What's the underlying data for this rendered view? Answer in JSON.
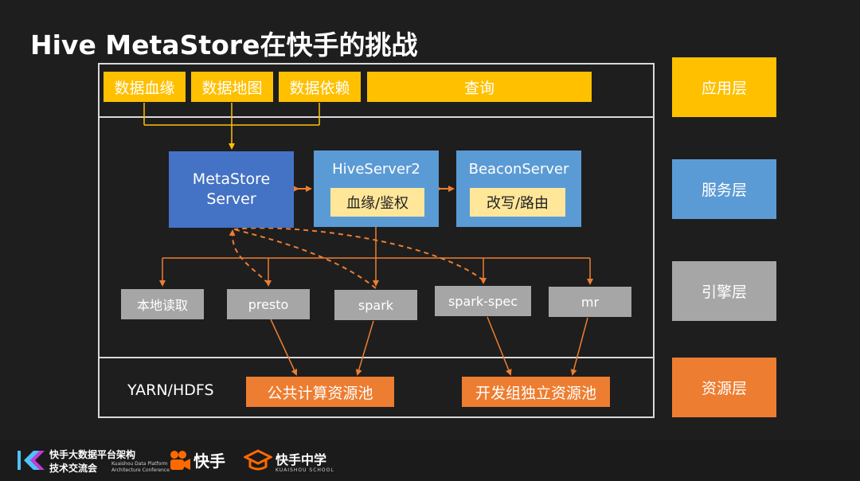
{
  "title": "Hive MetaStore在快手的挑战",
  "app_layer": {
    "items": [
      "数据血缘",
      "数据地图",
      "数据依赖",
      "查询"
    ]
  },
  "service_layer": {
    "metastore": "MetaStore Server",
    "hiveserver2": {
      "title": "HiveServer2",
      "inner": "血缘/鉴权"
    },
    "beacon": {
      "title": "BeaconServer",
      "inner": "改写/路由"
    }
  },
  "engine_layer": {
    "items": [
      "本地读取",
      "presto",
      "spark",
      "spark-spec",
      "mr"
    ]
  },
  "resource_layer": {
    "label": "YARN/HDFS",
    "pools": [
      "公共计算资源池",
      "开发组独立资源池"
    ]
  },
  "layers": [
    "应用层",
    "服务层",
    "引擎层",
    "资源层"
  ],
  "colors": {
    "app": "#ffc000",
    "service_dark": "#4472c4",
    "service_light": "#5b9bd5",
    "inner": "#ffe699",
    "engine": "#a6a6a6",
    "resource": "#ed7d31",
    "connector": "#ed7d31"
  },
  "footer": {
    "conf_title_1": "快手大数据平台架构",
    "conf_title_2": "技术交流会",
    "conf_en_1": "Kuaishou Data Platform",
    "conf_en_2": "Architecture Conference",
    "brand": "快手",
    "school": "快手中学",
    "school_en": "KUAISHOU SCHOOL",
    "logo_icons": [
      "kuaishou-conference-logo-icon",
      "kuaishou-camera-logo-icon",
      "graduation-cap-logo-icon"
    ]
  }
}
